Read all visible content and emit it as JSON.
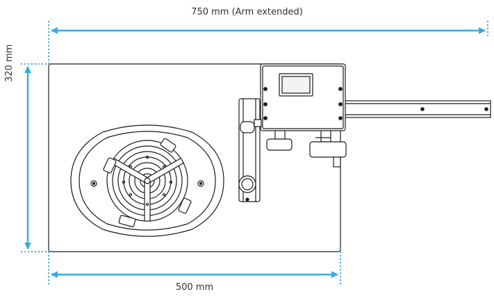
{
  "dimensions": {
    "overall_width": "750 mm (Arm extended)",
    "base_width": "500 mm",
    "height": "320 mm"
  },
  "colors": {
    "arrow": "#3aa9e0",
    "outline": "#1a1a1a",
    "text": "#333333"
  }
}
